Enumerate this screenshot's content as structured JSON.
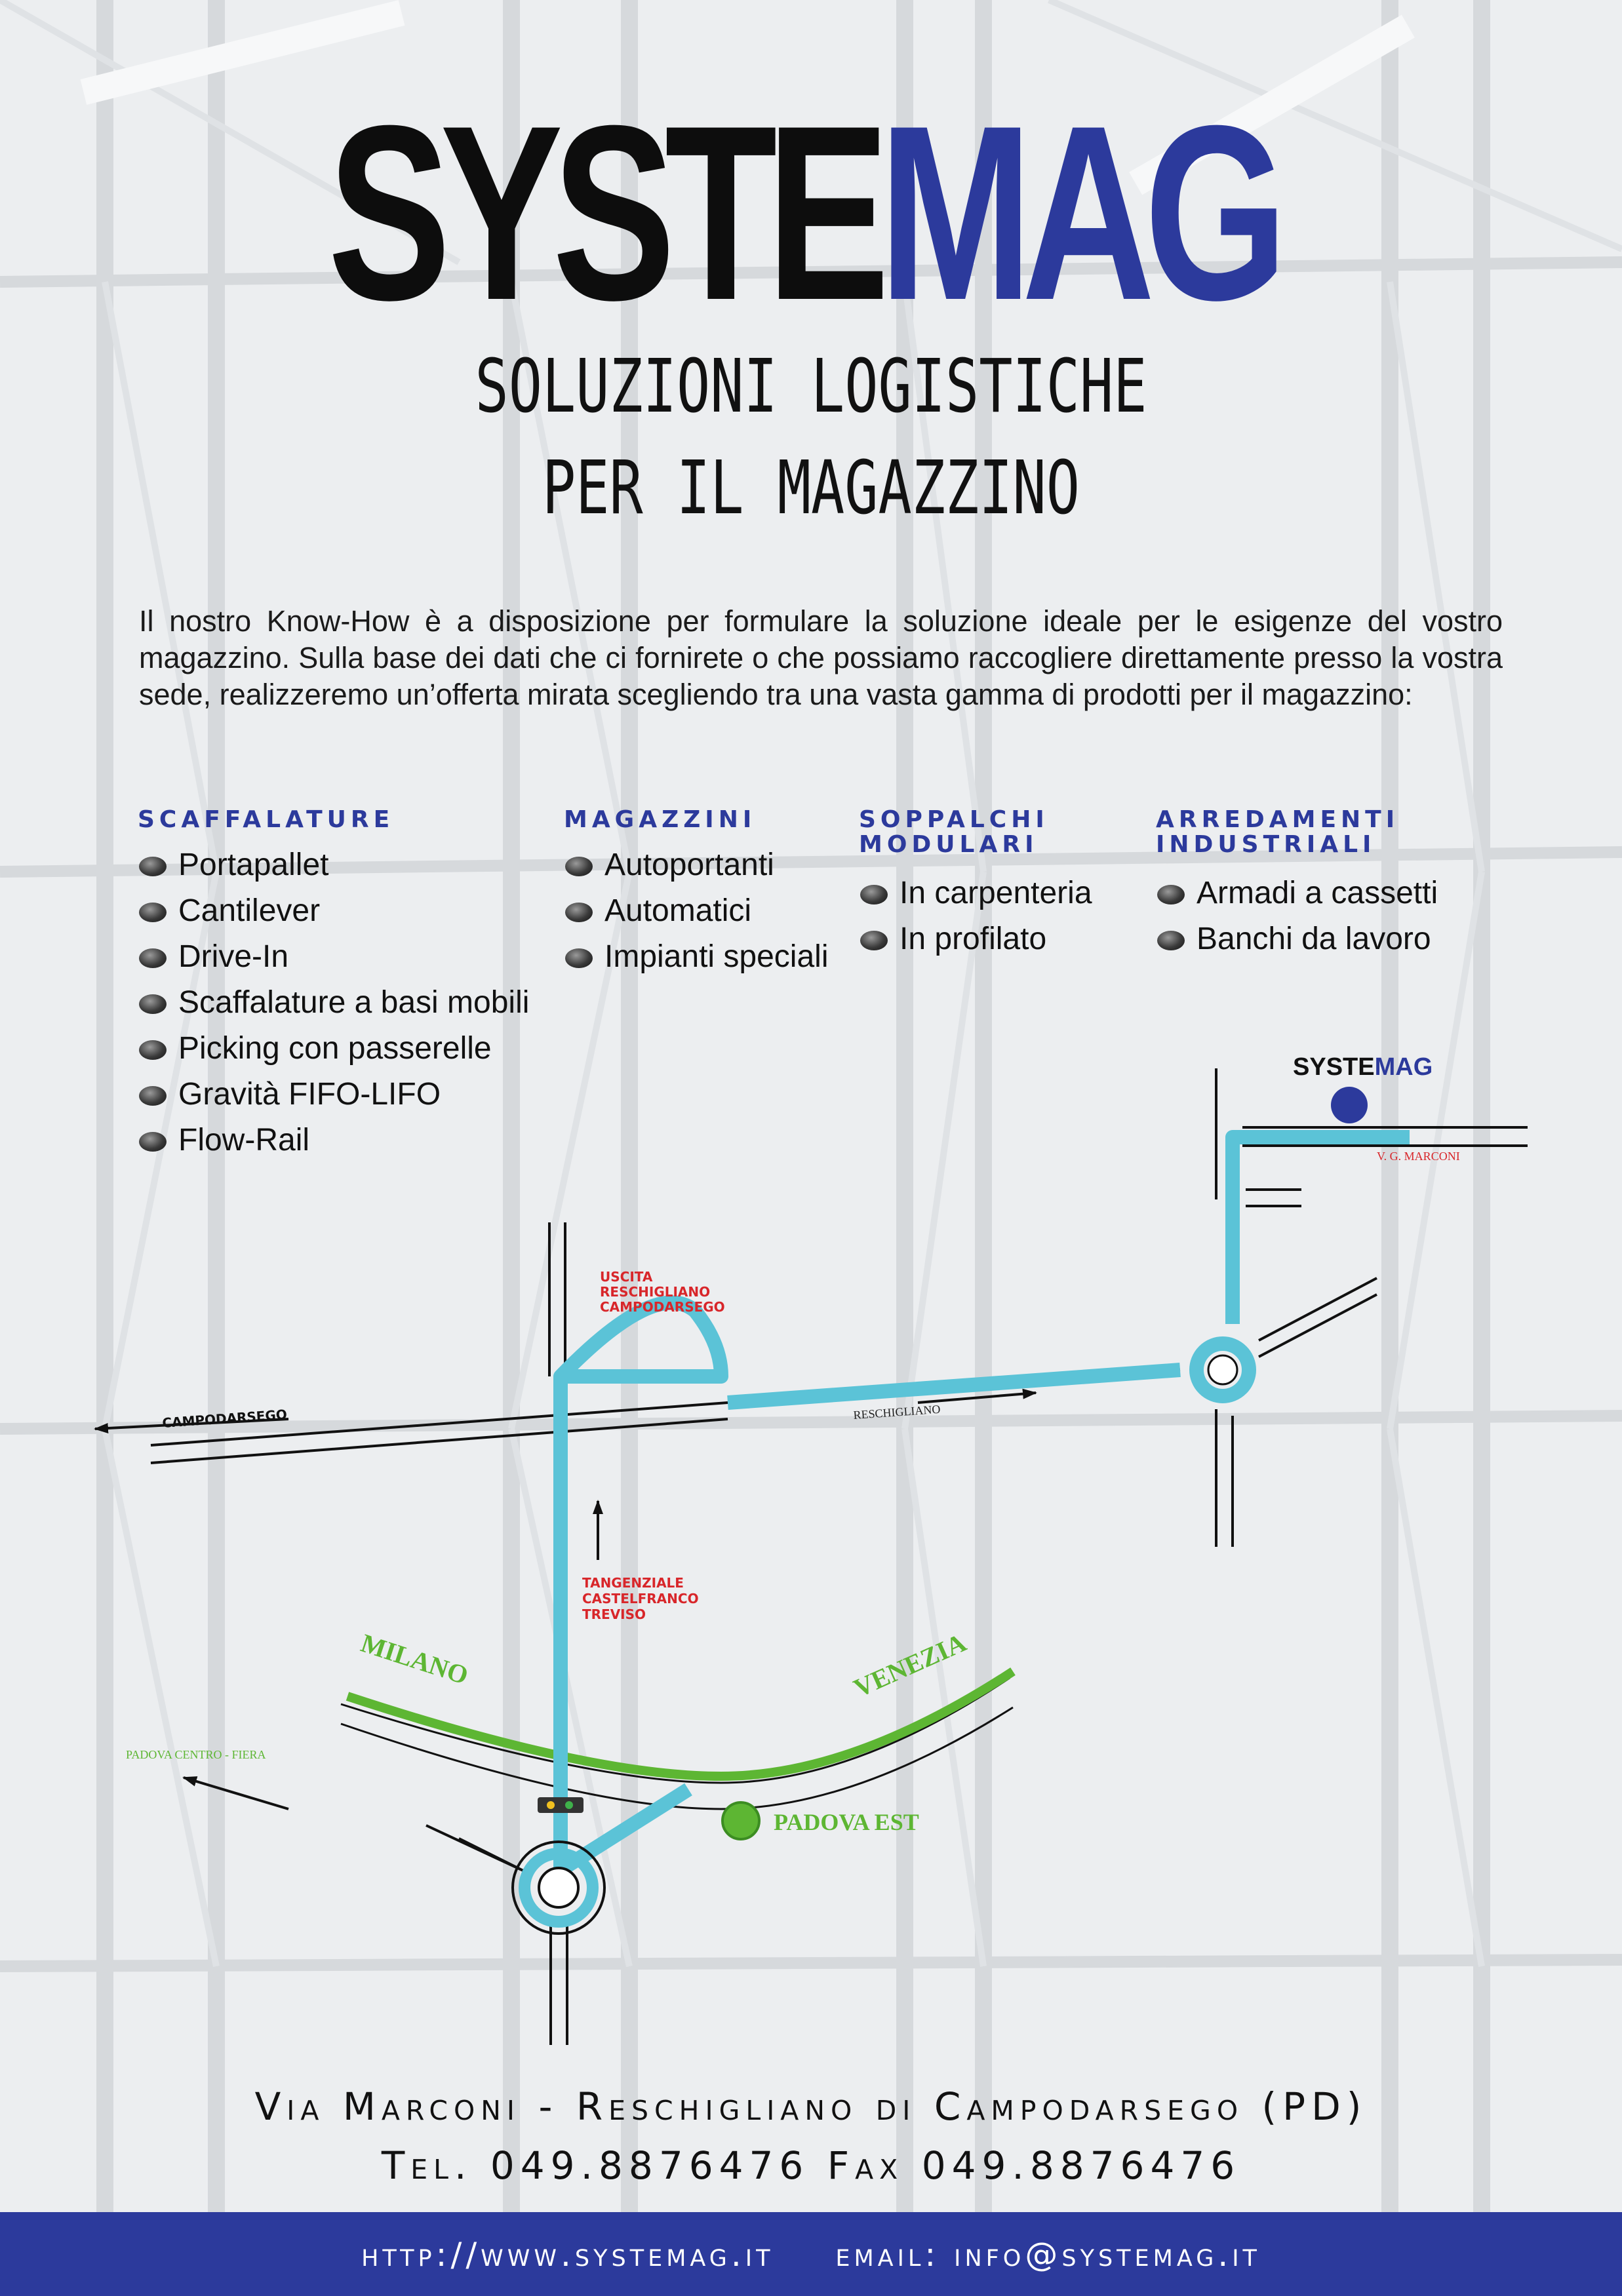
{
  "brand": {
    "logo_part1": "SYSTE",
    "logo_part2": "MAG",
    "logo_colors": {
      "part1": "#0d0d0d",
      "part2": "#2c3a9c"
    }
  },
  "tagline": {
    "line1": "SOLUZIONI LOGISTICHE",
    "line2": "PER IL MAGAZZINO"
  },
  "intro": "Il nostro Know-How è a disposizione per formulare la soluzione ideale per le esigenze del vostro magazzino.  Sulla base dei dati che ci fornirete o che possiamo raccogliere direttamente presso la vostra sede, realizzeremo un’offerta mirata scegliendo tra una vasta gamma di prodotti per il magazzino:",
  "categories": [
    {
      "title_line1": "SCAFFALATURE",
      "title_line2": "",
      "items": [
        "Portapallet",
        "Cantilever",
        "Drive-In",
        "Scaffalature a basi mobili",
        "Picking con passerelle",
        "Gravità FIFO-LIFO",
        "Flow-Rail"
      ]
    },
    {
      "title_line1": "MAGAZZINI",
      "title_line2": "",
      "items": [
        "Autoportanti",
        "Automatici",
        "Impianti speciali"
      ]
    },
    {
      "title_line1": "SOPPALCHI",
      "title_line2": "MODULARI",
      "items": [
        "In carpenteria",
        "In profilato"
      ]
    },
    {
      "title_line1": "ARREDAMENTI",
      "title_line2": "INDUSTRIALI",
      "items": [
        "Armadi a cassetti",
        "Banchi da lavoro"
      ]
    }
  ],
  "map": {
    "logo_part1": "SYSTE",
    "logo_part2": "MAG",
    "street_marconi": "V. G. MARCONI",
    "exit_label": [
      "USCITA",
      "RESCHIGLIANO",
      "CAMPODARSEGO"
    ],
    "campodarsego": "CAMPODARSEGO",
    "reschigliano": "RESCHIGLIANO",
    "tangenziale": [
      "TANGENZIALE",
      "CASTELFRANCO",
      "TREVISO"
    ],
    "milano": "MILANO",
    "venezia": "VENEZIA",
    "padova_centro": "PADOVA CENTRO - FIERA",
    "padova_est": "PADOVA EST",
    "colors": {
      "route": "#5bc3d7",
      "highway": "#5db633",
      "label_red": "#d8262a",
      "marker": "#2c3a9c"
    }
  },
  "contact": {
    "address": "Via Marconi - Reschigliano di Campodarsego (PD)",
    "phone": "Tel. 049.8876476 Fax 049.8876476",
    "website": "http://www.systemag.it",
    "email": "email: info@systemag.it"
  }
}
